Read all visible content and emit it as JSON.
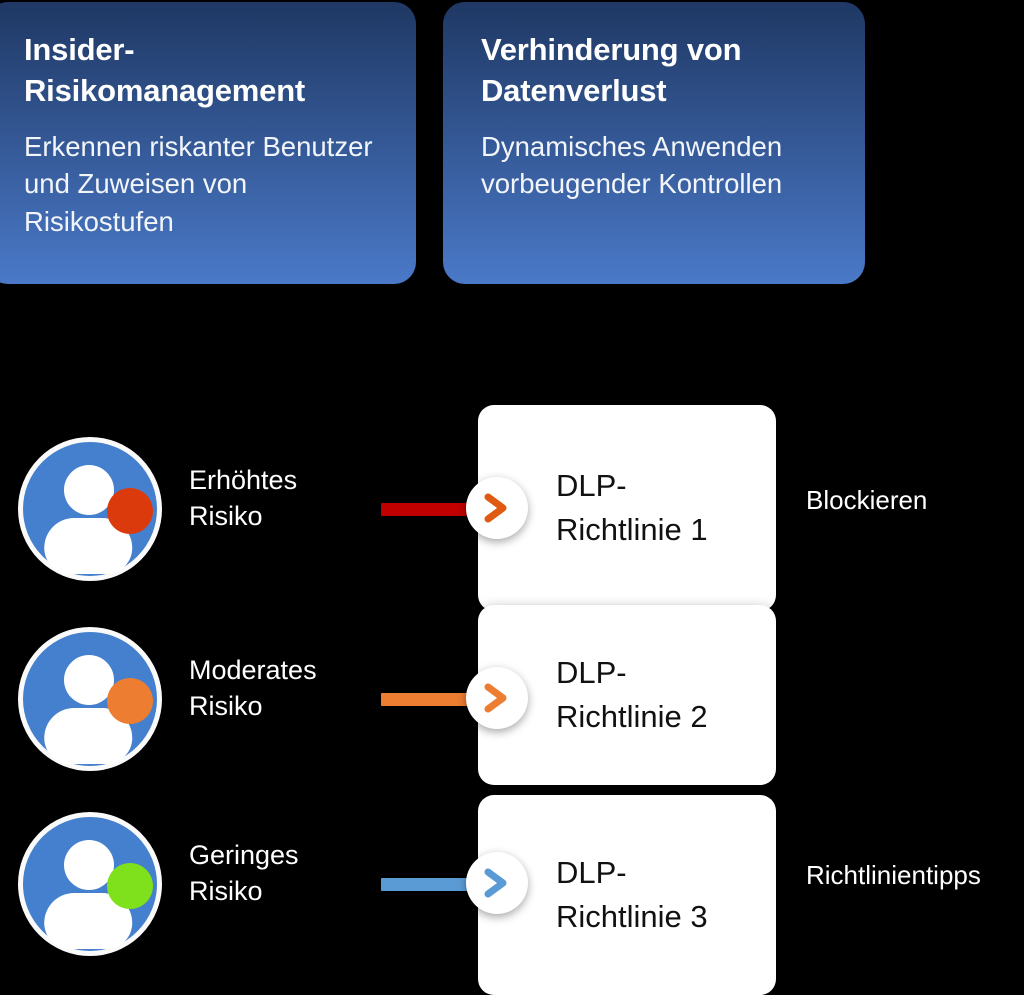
{
  "background_color": "#000000",
  "concept_cards": [
    {
      "id": "insider-risk-management",
      "title": "Insider-\nRisikomanagement",
      "description": "Erkennen riskanter Benutzer und Zuweisen von Risikostufen",
      "gradient_top": "#1F3864",
      "gradient_bottom": "#4A79C8"
    },
    {
      "id": "data-loss-prevention",
      "title": "Verhinderung von Datenverlust",
      "description": "Dynamisches Anwenden vorbeugender Kontrollen",
      "gradient_top": "#1F3864",
      "gradient_bottom": "#4A79C8"
    }
  ],
  "risk_rows": [
    {
      "risk_label": "Erhöhtes\nRisiko",
      "dot_color": "#DB3B0C",
      "connector_color": "#C00000",
      "arrow_color": "#E05A12",
      "policy_label": "DLP-\nRichtlinie 1",
      "action_label": "Blockieren",
      "avatar_icon": "person-icon",
      "arrow_icon": "chevron-right-icon"
    },
    {
      "risk_label": "Moderates\nRisiko",
      "dot_color": "#ED7D31",
      "connector_color": "#ED7D31",
      "arrow_color": "#ED7D31",
      "policy_label": "DLP-\nRichtlinie 2",
      "action_label": "",
      "avatar_icon": "person-icon",
      "arrow_icon": "chevron-right-icon"
    },
    {
      "risk_label": "Geringes\nRisiko",
      "dot_color": "#7FE01C",
      "connector_color": "#5B9BD5",
      "arrow_color": "#5B9BD5",
      "policy_label": "DLP-\nRichtlinie 3",
      "action_label": "Richtlinientipps",
      "avatar_icon": "person-icon",
      "arrow_icon": "chevron-right-icon"
    }
  ]
}
